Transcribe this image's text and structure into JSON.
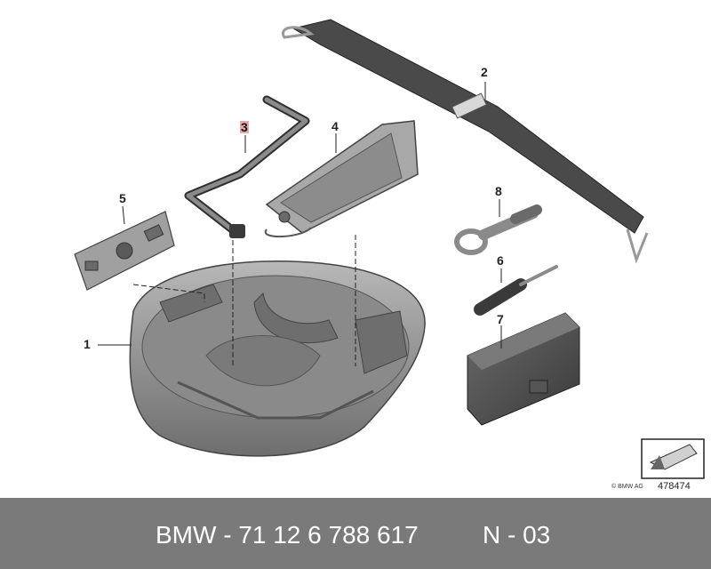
{
  "diagram": {
    "callouts": [
      {
        "id": "1",
        "label": "1"
      },
      {
        "id": "2",
        "label": "2"
      },
      {
        "id": "3",
        "label": "3",
        "highlighted": true
      },
      {
        "id": "4",
        "label": "4"
      },
      {
        "id": "5",
        "label": "5"
      },
      {
        "id": "6",
        "label": "6"
      },
      {
        "id": "7",
        "label": "7"
      },
      {
        "id": "8",
        "label": "8"
      }
    ],
    "copyright": "© BMW AG",
    "diagram_number": "478474",
    "highlight_color": "#e8a8a8",
    "part_color": "#9a9a9a",
    "strap_color": "#4a4a4a"
  },
  "footer": {
    "part_number": "BMW - 71 12 6 788 617",
    "variant": "N - 03",
    "background": "#7a7a7a"
  }
}
